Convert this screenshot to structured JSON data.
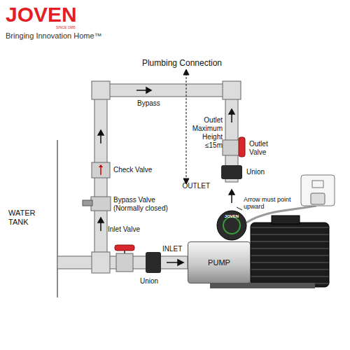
{
  "diagram": {
    "title": "Plumbing Connection",
    "nodes": [
      {
        "text": [
          "PUMP"
        ]
      }
    ],
    "labels": [
      "JOVEN",
      "SINCE 1985",
      "Bringing Innovation Home™",
      "Bypass",
      "Outlet Maximum Height ≤15m",
      "Outlet Valve",
      "Union",
      "OUTLET",
      "Arrow must point upward",
      "Check Valve",
      "WATER TANK",
      "Bypass Valve (Normally closed)",
      "Inlet Valve",
      "INLET",
      "Union",
      "JOVEN"
    ]
  }
}
